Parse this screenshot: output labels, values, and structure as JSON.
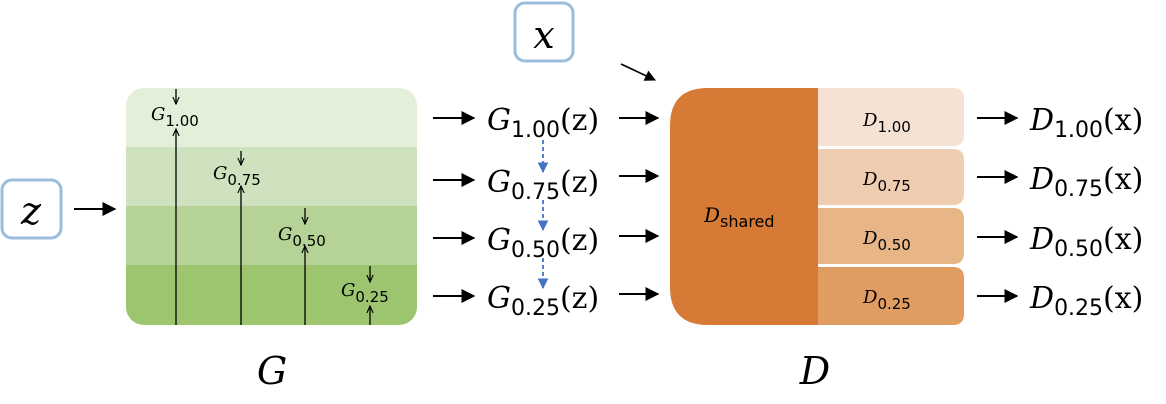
{
  "inputs": {
    "z_label": "z",
    "x_label": "x"
  },
  "generator": {
    "label": "G",
    "width_ratios": [
      {
        "symbol": "G",
        "sub": "1.00",
        "value": 1.0
      },
      {
        "symbol": "G",
        "sub": "0.75",
        "value": 0.75
      },
      {
        "symbol": "G",
        "sub": "0.50",
        "value": 0.5
      },
      {
        "symbol": "G",
        "sub": "0.25",
        "value": 0.25
      }
    ],
    "outputs": [
      {
        "symbol": "G",
        "sub": "1.00",
        "arg": "(z)"
      },
      {
        "symbol": "G",
        "sub": "0.75",
        "arg": "(z)"
      },
      {
        "symbol": "G",
        "sub": "0.50",
        "arg": "(z)"
      },
      {
        "symbol": "G",
        "sub": "0.25",
        "arg": "(z)"
      }
    ]
  },
  "discriminator": {
    "label": "D",
    "shared": {
      "symbol": "D",
      "sub": "shared"
    },
    "heads": [
      {
        "symbol": "D",
        "sub": "1.00"
      },
      {
        "symbol": "D",
        "sub": "0.75"
      },
      {
        "symbol": "D",
        "sub": "0.50"
      },
      {
        "symbol": "D",
        "sub": "0.25"
      }
    ],
    "outputs": [
      {
        "symbol": "D",
        "sub": "1.00",
        "arg": "(x)"
      },
      {
        "symbol": "D",
        "sub": "0.75",
        "arg": "(x)"
      },
      {
        "symbol": "D",
        "sub": "0.50",
        "arg": "(x)"
      },
      {
        "symbol": "D",
        "sub": "0.25",
        "arg": "(x)"
      }
    ]
  },
  "colors": {
    "g_band_1": "#e3efd9",
    "g_band_2": "#cfe2bf",
    "g_band_3": "#b5d396",
    "g_band_4": "#9dc46f",
    "d_shared": "#d67a35",
    "d_head_1": "#f6e2d4",
    "d_head_2": "#efcdb0",
    "d_head_3": "#e8b587",
    "d_head_4": "#e19d61",
    "input_border": "#9bbcdc",
    "distill_arrow": "#4472c4"
  }
}
